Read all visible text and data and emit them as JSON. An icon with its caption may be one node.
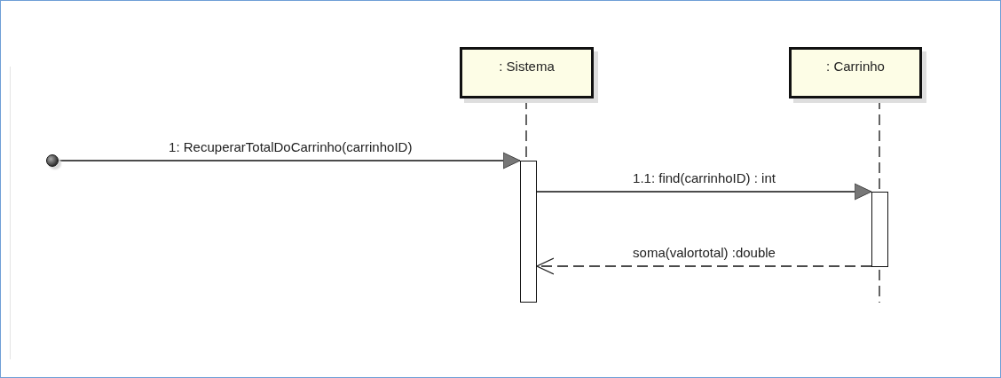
{
  "diagram": {
    "nodes": [
      {
        "text": [
          ": Sistema"
        ]
      },
      {
        "text": [
          ": Carrinho"
        ]
      },
      {
        "text": [],
        "shape": "circle"
      },
      {
        "text": [],
        "shape": "bar"
      },
      {
        "text": [],
        "shape": "bar"
      }
    ],
    "edges": [
      {
        "from": 2,
        "to": 3,
        "arrow": "to",
        "label": "1: RecuperarTotalDoCarrinho(carrinhoID)"
      },
      {
        "from": 3,
        "to": 4,
        "arrow": "to",
        "label": "1.1: find(carrinhoID) : int"
      },
      {
        "from": 4,
        "to": 3,
        "arrow": "to",
        "label": "soma(valortotal) :double",
        "style": "dashed"
      },
      {
        "from": 0,
        "to": 3,
        "arrow": "none",
        "style": "dashed"
      },
      {
        "from": 1,
        "to": 4,
        "arrow": "none",
        "style": "dashed"
      }
    ]
  }
}
